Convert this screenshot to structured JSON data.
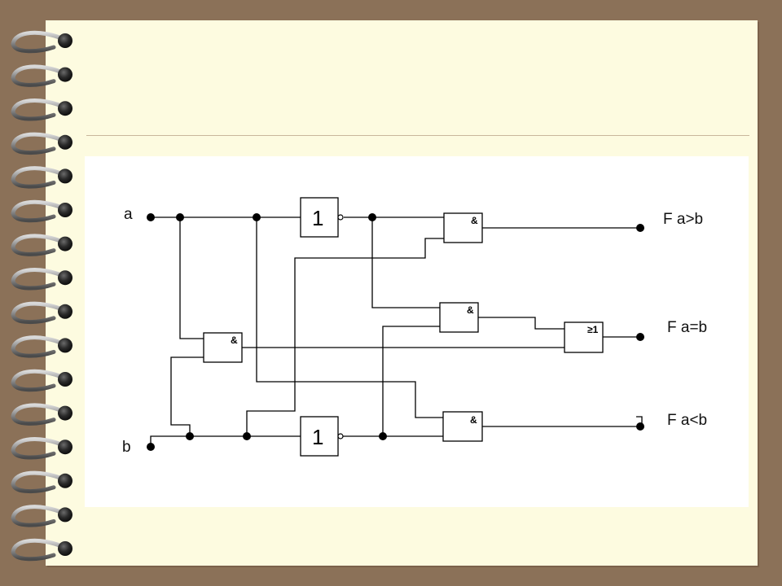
{
  "diagram": {
    "inputs": {
      "a": "a",
      "b": "b"
    },
    "outputs": {
      "greater": "F a>b",
      "equal": "F a=b",
      "less": "F a<b"
    },
    "gates": {
      "not_symbol": "1",
      "and_symbol": "&",
      "or_symbol": "≥1"
    }
  },
  "colors": {
    "background": "#8b7158",
    "page": "#fdfbe0",
    "panel": "#ffffff",
    "ink": "#000000"
  }
}
